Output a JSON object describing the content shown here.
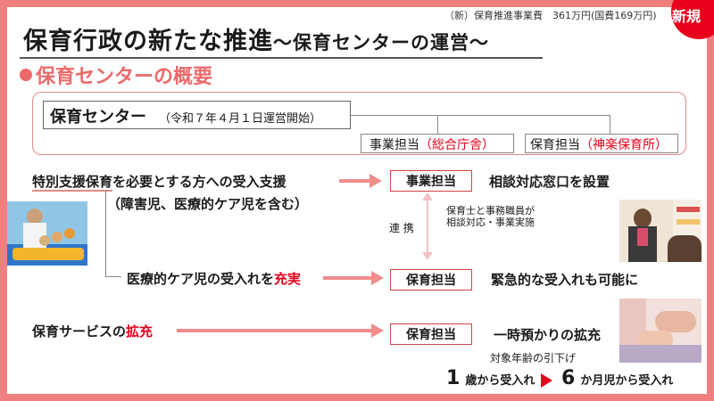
{
  "header": {
    "budget": "（新）保育推進事業費　361万円(国費169万円)",
    "badge": "新規",
    "title_main": "保育行政の新たな推進",
    "title_sub": "～保育センターの運営～"
  },
  "section": {
    "heading": "保育センターの概要"
  },
  "overview": {
    "center_name": "保育センター",
    "center_date": "（令和７年４月１日運営開始）",
    "jigyo_label": "事業担当",
    "jigyo_place": "（総合庁舎）",
    "hoiku_label": "保育担当",
    "hoiku_place": "（神楽保育所）"
  },
  "support": {
    "line1_a": "特別支援保育",
    "line1_b": "を必要とする方への受入支援",
    "line1_note": "（障害児、医療的ケア児を含む）",
    "medical_a": "医療的ケア児の受入れを",
    "medical_b": "充実",
    "service_a": "保育サービスの",
    "service_b": "拡充"
  },
  "roles": {
    "role1": "事業担当",
    "role2": "保育担当",
    "role3": "保育担当",
    "desc1": "相談対応窓口を設置",
    "desc2": "緊急的な受入れも可能に",
    "desc3": "一時預かりの拡充",
    "renkei": "連 携",
    "renkei_note_1": "保育士と事務職員が",
    "renkei_note_2": "相談対応・事業実施"
  },
  "age": {
    "caption": "対象年齢の引下げ",
    "from_num": "1",
    "from_text": "歳から受入れ",
    "to_num": "6",
    "to_text": "か月児から受入れ"
  },
  "colors": {
    "accent": "#ea6a6a",
    "red": "#e8001c",
    "frame": "#f08080"
  }
}
